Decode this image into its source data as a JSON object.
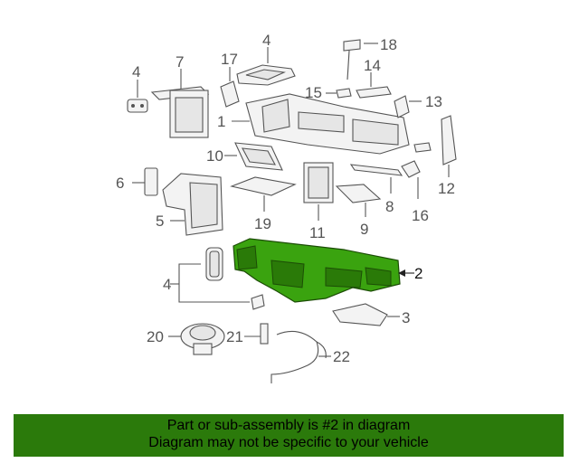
{
  "callouts": {
    "c1": "1",
    "c2": "2",
    "c3": "3",
    "c4a": "4",
    "c4b": "4",
    "c4c": "4",
    "c5": "5",
    "c6": "6",
    "c7": "7",
    "c8": "8",
    "c9": "9",
    "c10": "10",
    "c11": "11",
    "c12": "12",
    "c13": "13",
    "c14": "14",
    "c15": "15",
    "c16": "16",
    "c17": "17",
    "c18": "18",
    "c19": "19",
    "c20": "20",
    "c21": "21",
    "c22": "22"
  },
  "highlight": {
    "part_number": "2",
    "color": "#3aa30f"
  },
  "banner": {
    "line1": "Part or sub-assembly is #2 in diagram",
    "line2": "Diagram may not be specific to your vehicle",
    "background": "#2b7a0b"
  }
}
